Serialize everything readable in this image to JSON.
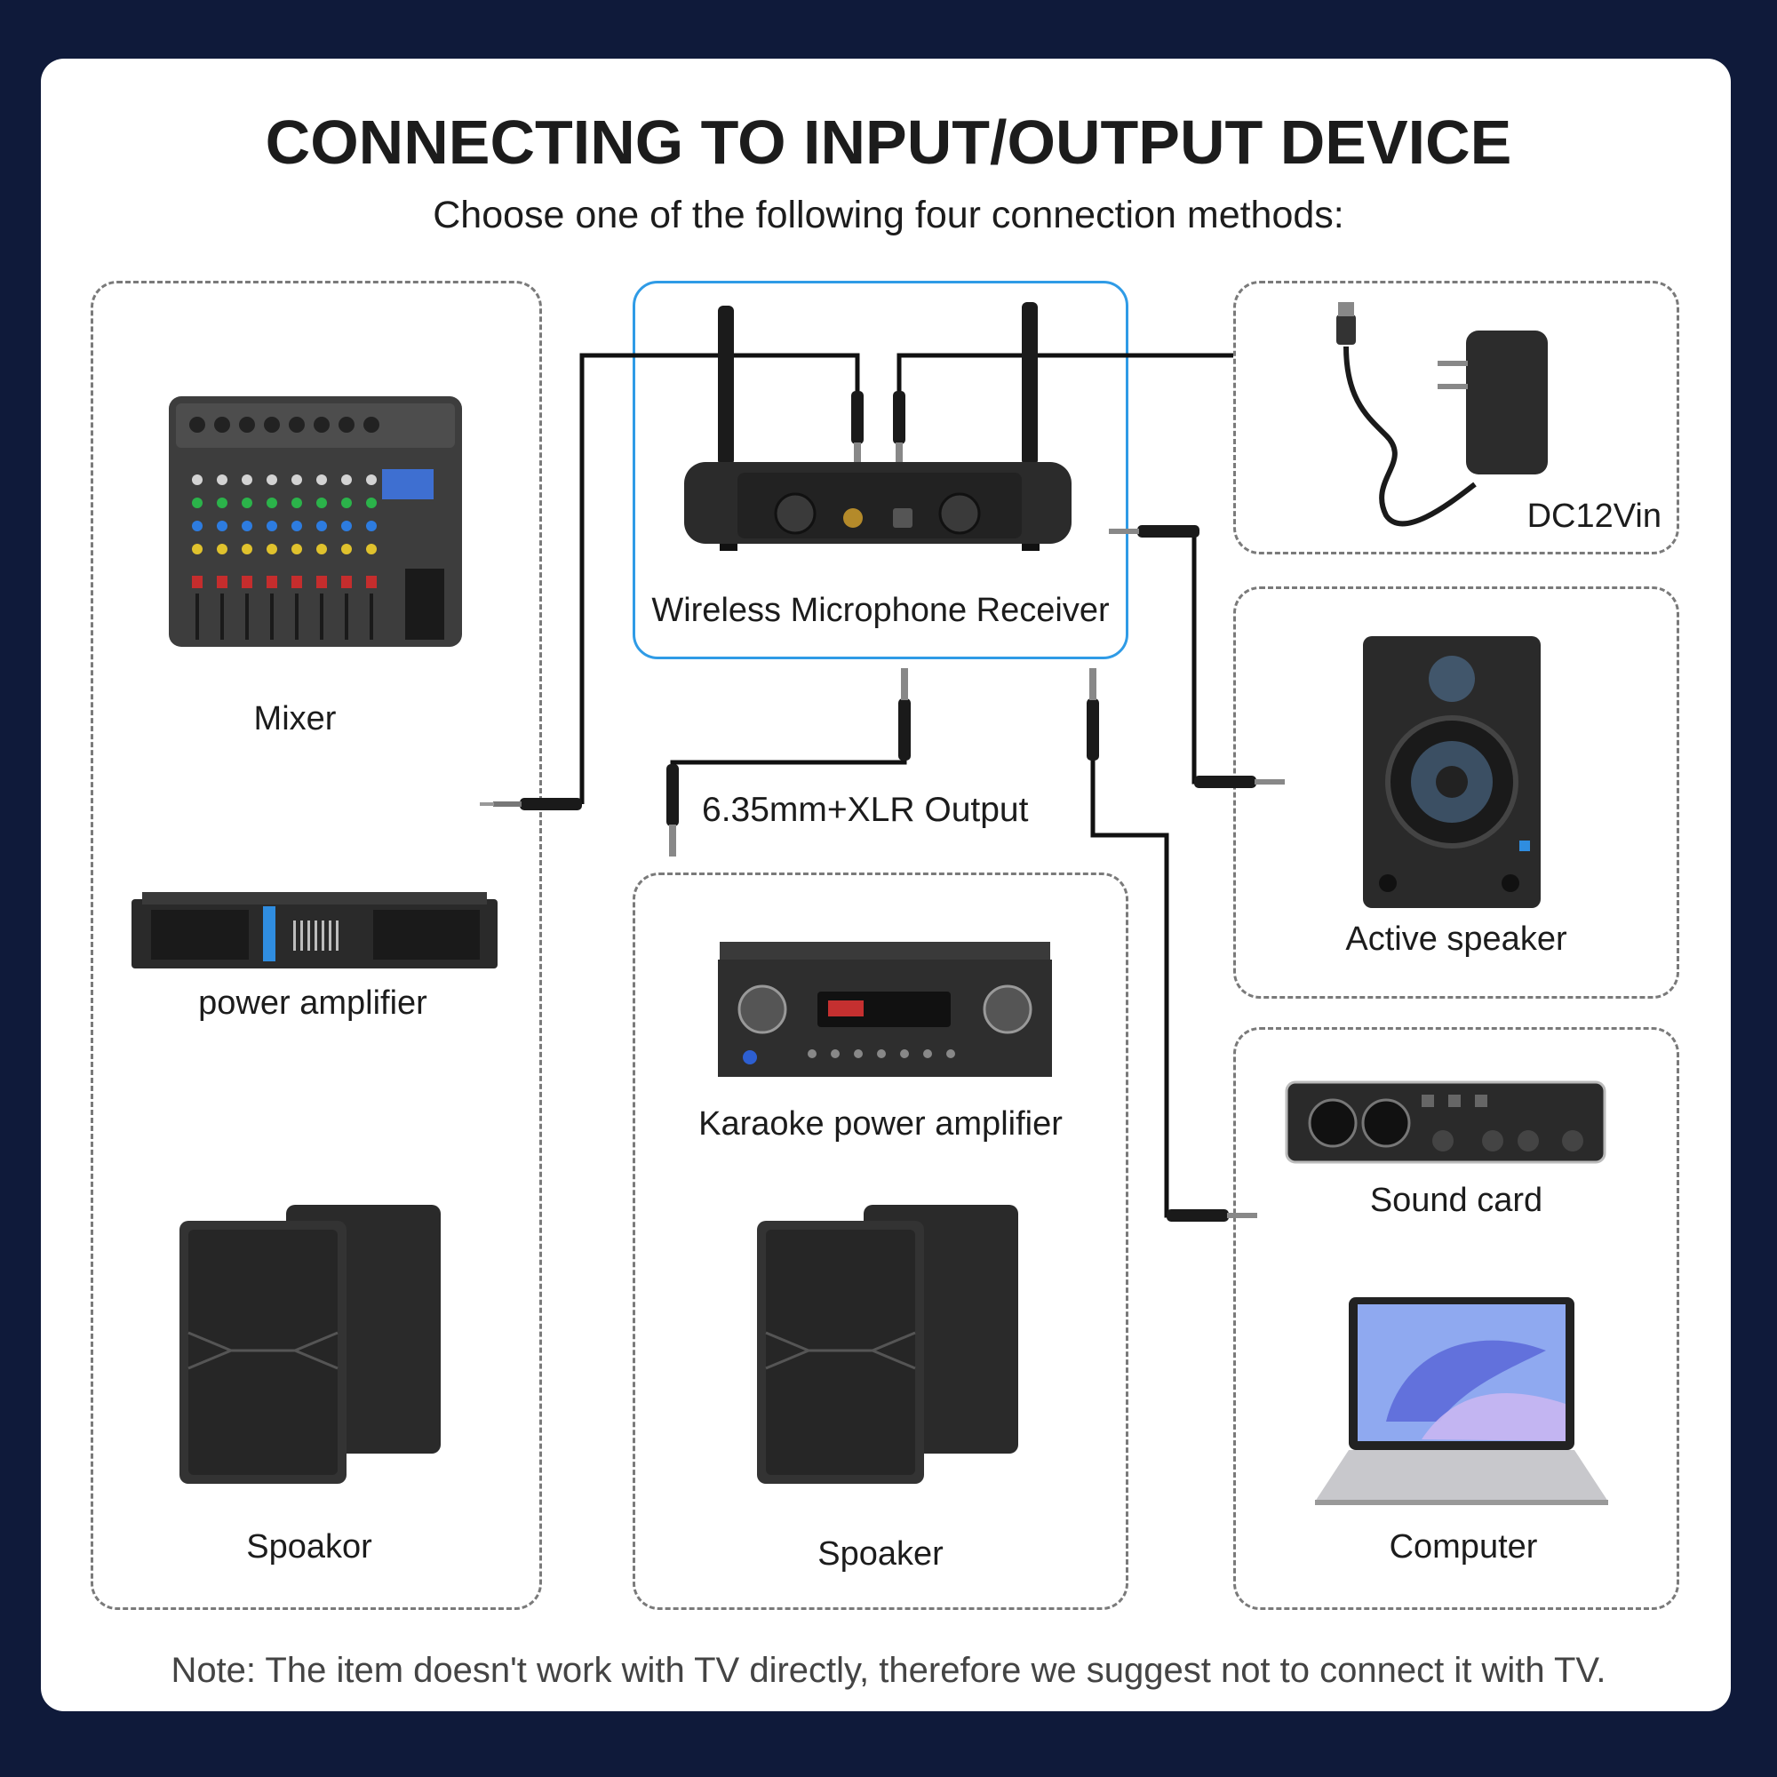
{
  "header": {
    "title": "CONNECTING TO INPUT/OUTPUT DEVICE",
    "subtitle": "Choose one of the following four connection methods:"
  },
  "center": {
    "receiver_label": "Wireless Microphone Receiver",
    "output_label": "6.35mm+XLR Output"
  },
  "left_group": {
    "mixer": "Mixer",
    "power_amplifier": "power amplifier",
    "speaker": "Spoakor"
  },
  "middle_group": {
    "karaoke_amplifier": "Karaoke power amplifier",
    "speaker": "Spoaker"
  },
  "right_group": {
    "power_adapter": "DC12Vin",
    "active_speaker": "Active speaker",
    "sound_card": "Sound card",
    "computer": "Computer"
  },
  "footer": {
    "note": "Note: The item doesn't work with TV directly, therefore we suggest not to connect it with TV."
  }
}
